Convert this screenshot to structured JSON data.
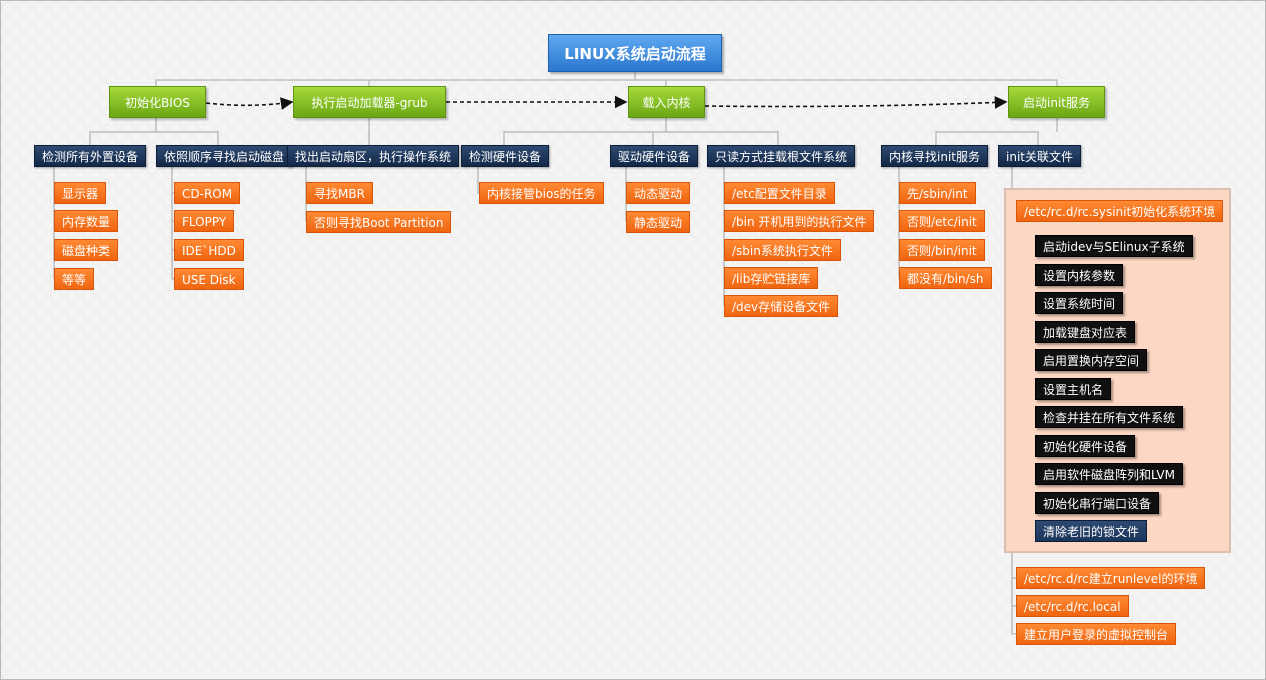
{
  "title": "LINUX系统启动流程",
  "stages": [
    "初始化BIOS",
    "执行启动加载器-grub",
    "载入内核",
    "启动init服务"
  ],
  "bios": {
    "detect": "检测所有外置设备",
    "detect_items": [
      "显示器",
      "内存数量",
      "磁盘种类",
      "等等"
    ],
    "boot_order": "依照顺序寻找启动磁盘",
    "boot_items": [
      "CD-ROM",
      "FLOPPY",
      "IDE`HDD",
      "USE Disk"
    ]
  },
  "grub": {
    "find": "找出启动扇区，执行操作系统",
    "find_items": [
      "寻找MBR",
      "否则寻找Boot Partition"
    ]
  },
  "kernel": {
    "detect": "检测硬件设备",
    "detect_items": [
      "内核接管bios的任务"
    ],
    "drivers": "驱动硬件设备",
    "driver_items": [
      "动态驱动",
      "静态驱动"
    ],
    "mount": "只读方式挂载根文件系统",
    "mount_items": [
      "/etc配置文件目录",
      "/bin 开机用到的执行文件",
      "/sbin系统执行文件",
      "/lib存贮链接库",
      "/dev存储设备文件"
    ]
  },
  "init": {
    "find": "内核寻找init服务",
    "find_items": [
      "先/sbin/int",
      "否则/etc/init",
      "否则/bin/init",
      "都没有/bin/sh"
    ],
    "files": "init关联文件",
    "sysinit": "/etc/rc.d/rc.sysinit初始化系统环境",
    "sysinit_items": [
      "启动idev与SElinux子系统",
      "设置内核参数",
      "设置系统时间",
      "加载键盘对应表",
      "启用置换内存空间",
      "设置主机名",
      "检查并挂在所有文件系统",
      "初始化硬件设备",
      "启用软件磁盘阵列和LVM",
      "初始化串行端口设备",
      "清除老旧的锁文件"
    ],
    "other_files": [
      "/etc/rc.d/rc建立runlevel的环境",
      "/etc/rc.d/rc.local",
      "建立用户登录的虚拟控制台"
    ]
  }
}
